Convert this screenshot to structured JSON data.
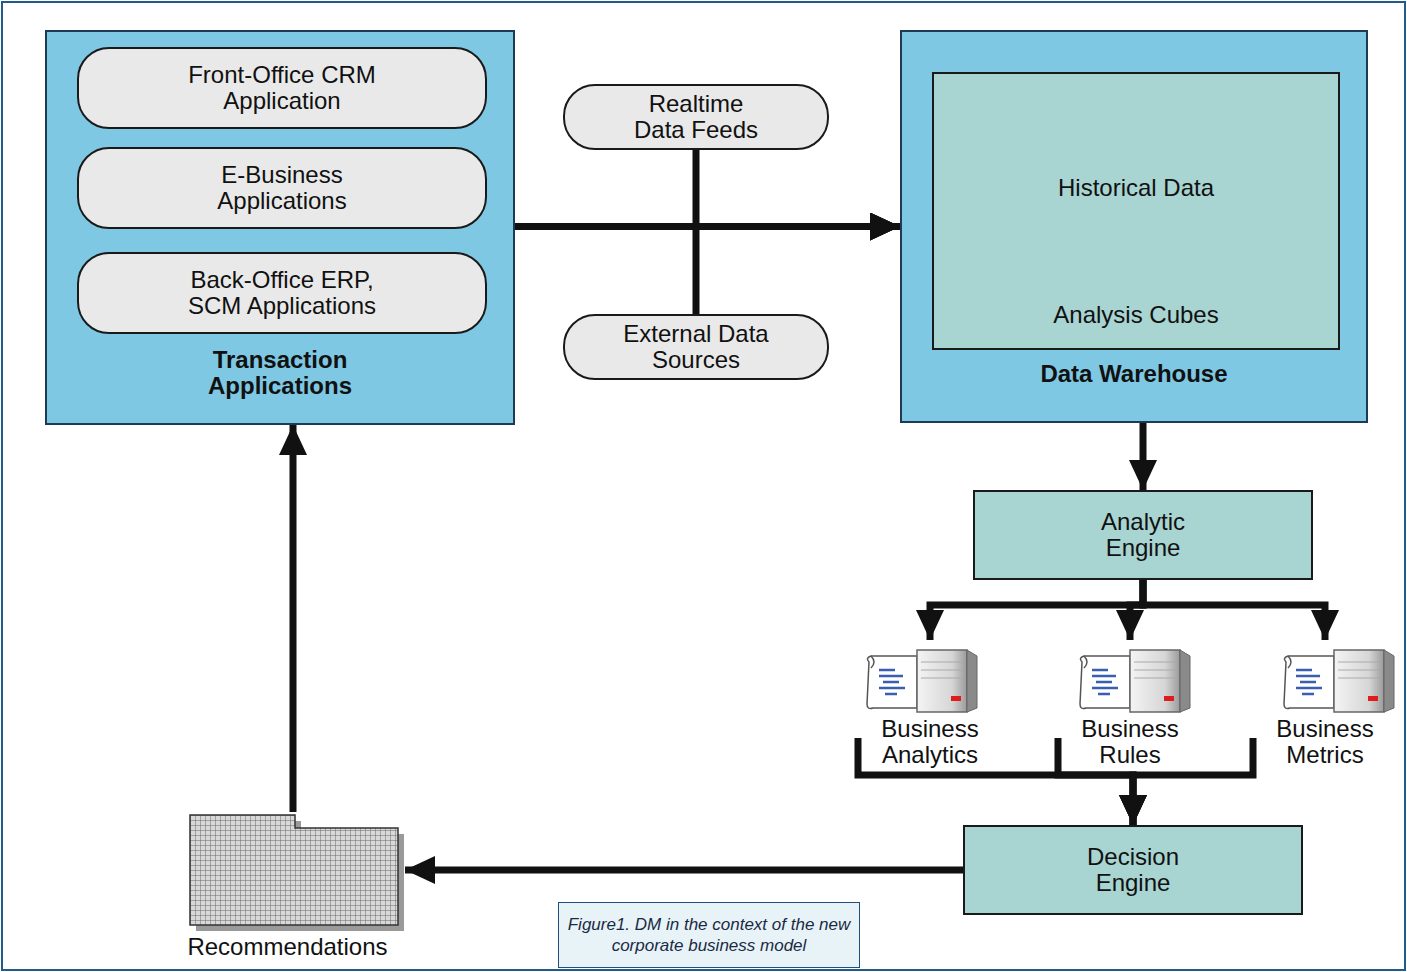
{
  "diagram": {
    "caption": "Figure1. DM in the context of the new corporate business model",
    "nodes": [
      {
        "text": [
          "Transaction Applications"
        ]
      },
      {
        "text": [
          "Front-Office CRM Application"
        ],
        "in": 0
      },
      {
        "text": [
          "E-Business Applications"
        ],
        "in": 0
      },
      {
        "text": [
          "Back-Office ERP, SCM Applications"
        ],
        "in": 0
      },
      {
        "text": [
          "Realtime Data Feeds"
        ]
      },
      {
        "text": [
          "External Data Sources"
        ]
      },
      {
        "text": [
          "Data Warehouse"
        ]
      },
      {
        "text": [
          "Historical Data",
          "Analysis Cubes"
        ],
        "in": 6
      },
      {
        "text": [
          "Analytic Engine"
        ]
      },
      {
        "text": [
          "Business Analytics"
        ]
      },
      {
        "text": [
          "Business Rules"
        ]
      },
      {
        "text": [
          "Business Metrics"
        ]
      },
      {
        "text": [
          "Decision Engine"
        ]
      },
      {
        "text": [
          "Recommendations"
        ]
      }
    ],
    "edges": [
      {
        "from": 0,
        "to": 6,
        "arrow": "to"
      },
      {
        "from": 4,
        "to": 6,
        "arrow": "to"
      },
      {
        "from": 5,
        "to": 6,
        "arrow": "to"
      },
      {
        "from": 6,
        "to": 8,
        "arrow": "to"
      },
      {
        "from": 8,
        "to": 9,
        "arrow": "to"
      },
      {
        "from": 8,
        "to": 10,
        "arrow": "to"
      },
      {
        "from": 8,
        "to": 11,
        "arrow": "to"
      },
      {
        "from": 9,
        "to": 12,
        "arrow": "to"
      },
      {
        "from": 10,
        "to": 12,
        "arrow": "to"
      },
      {
        "from": 11,
        "to": 12,
        "arrow": "to"
      },
      {
        "from": 12,
        "to": 13,
        "arrow": "to"
      },
      {
        "from": 13,
        "to": 0,
        "arrow": "to"
      }
    ]
  }
}
